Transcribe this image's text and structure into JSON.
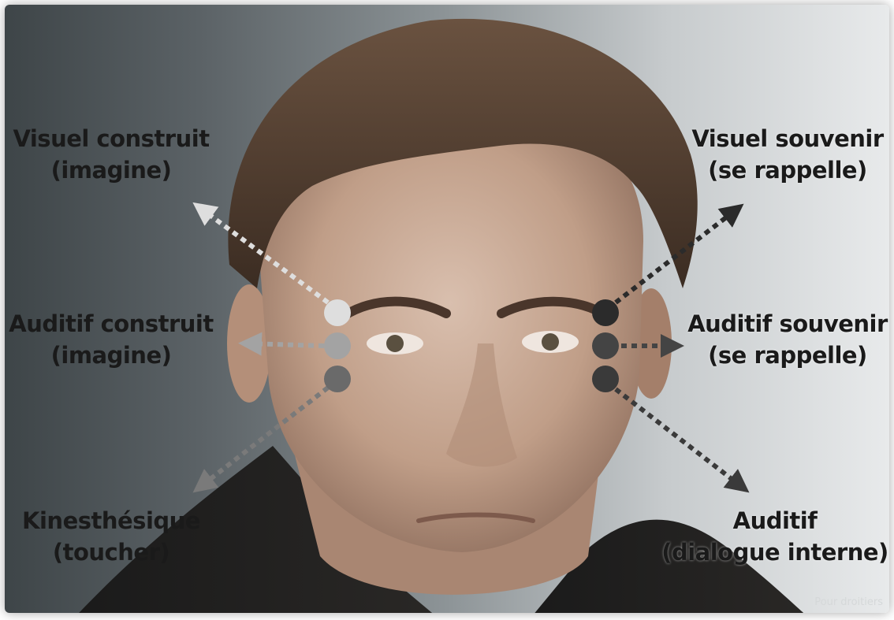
{
  "labels": {
    "visual_constructed": {
      "line1": "Visuel construit",
      "line2": "(imagine)"
    },
    "visual_remembered": {
      "line1": "Visuel souvenir",
      "line2": "(se rappelle)"
    },
    "auditory_constructed": {
      "line1": "Auditif construit",
      "line2": "(imagine)"
    },
    "auditory_remembered": {
      "line1": "Auditif souvenir",
      "line2": "(se rappelle)"
    },
    "kinesthetic": {
      "line1": "Kinesthésique",
      "line2": "(toucher)"
    },
    "auditory_internal": {
      "line1": "Auditif",
      "line2": "(dialogue interne)"
    }
  },
  "watermark": "Pour droitiers",
  "colors": {
    "left_top": "#dedede",
    "left_mid": "#a3a3a3",
    "left_bottom": "#6a6a6a",
    "right_top": "#2b2b2b",
    "right_mid": "#444444",
    "right_bottom": "#3a3a3a"
  }
}
